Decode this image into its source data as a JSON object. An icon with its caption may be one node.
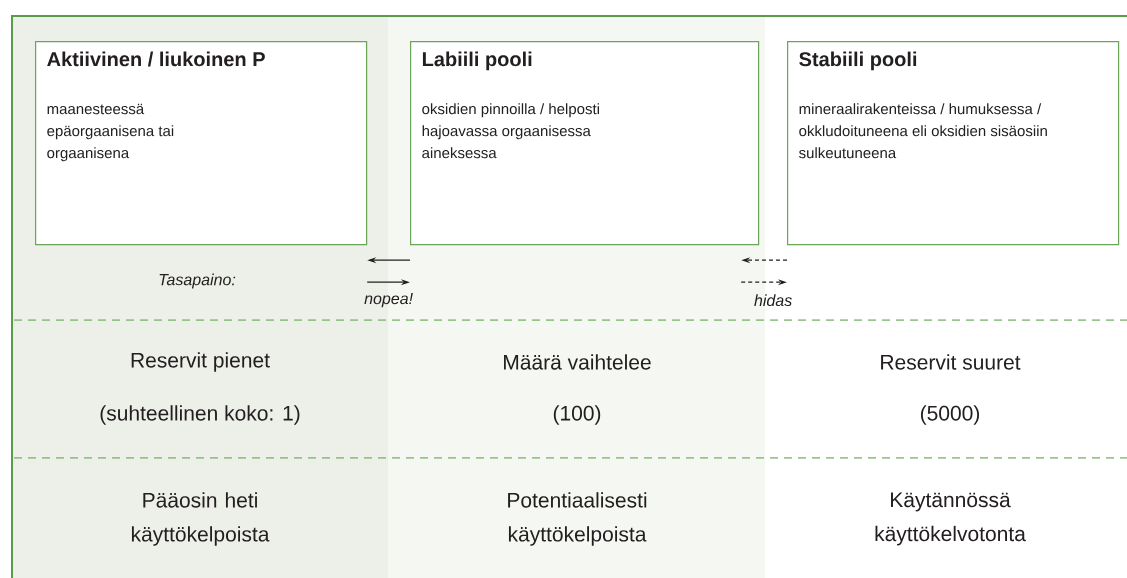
{
  "diagram": {
    "nodes": [
      {
        "text": [
          "Aktiivinen / liukoinen P",
          "maanesteessä epäorgaanisena tai orgaanisena"
        ]
      },
      {
        "text": [
          "Labiili pooli",
          "oksidien pinnoilla / helposti hajoavassa orgaanisessa aineksessa"
        ]
      },
      {
        "text": [
          "Stabiili pooli",
          "mineraalirakenteissa / humuksessa / okkludoituneena eli oksidien sisäosiin sulkeutuneena"
        ]
      }
    ],
    "edges": [
      {
        "from": 1,
        "to": 0,
        "arrow": "to"
      },
      {
        "from": 0,
        "to": 1,
        "arrow": "to",
        "label": "nopea!"
      },
      {
        "from": 2,
        "to": 1,
        "arrow": "to",
        "style": "dashed"
      },
      {
        "from": 1,
        "to": 2,
        "arrow": "to",
        "style": "dashed",
        "label": "hidas"
      }
    ],
    "labels": [
      "Tasapaino:",
      "Reservit pienet",
      "Määrä vaihtelee",
      "Reservit suuret",
      "(suhteellinen koko: 1)",
      "(100)",
      "(5000)",
      "Pääosin heti käyttökelpoista",
      "Potentiaalisesti käyttökelpoista",
      "Käytännössä käyttökelvotonta"
    ]
  }
}
